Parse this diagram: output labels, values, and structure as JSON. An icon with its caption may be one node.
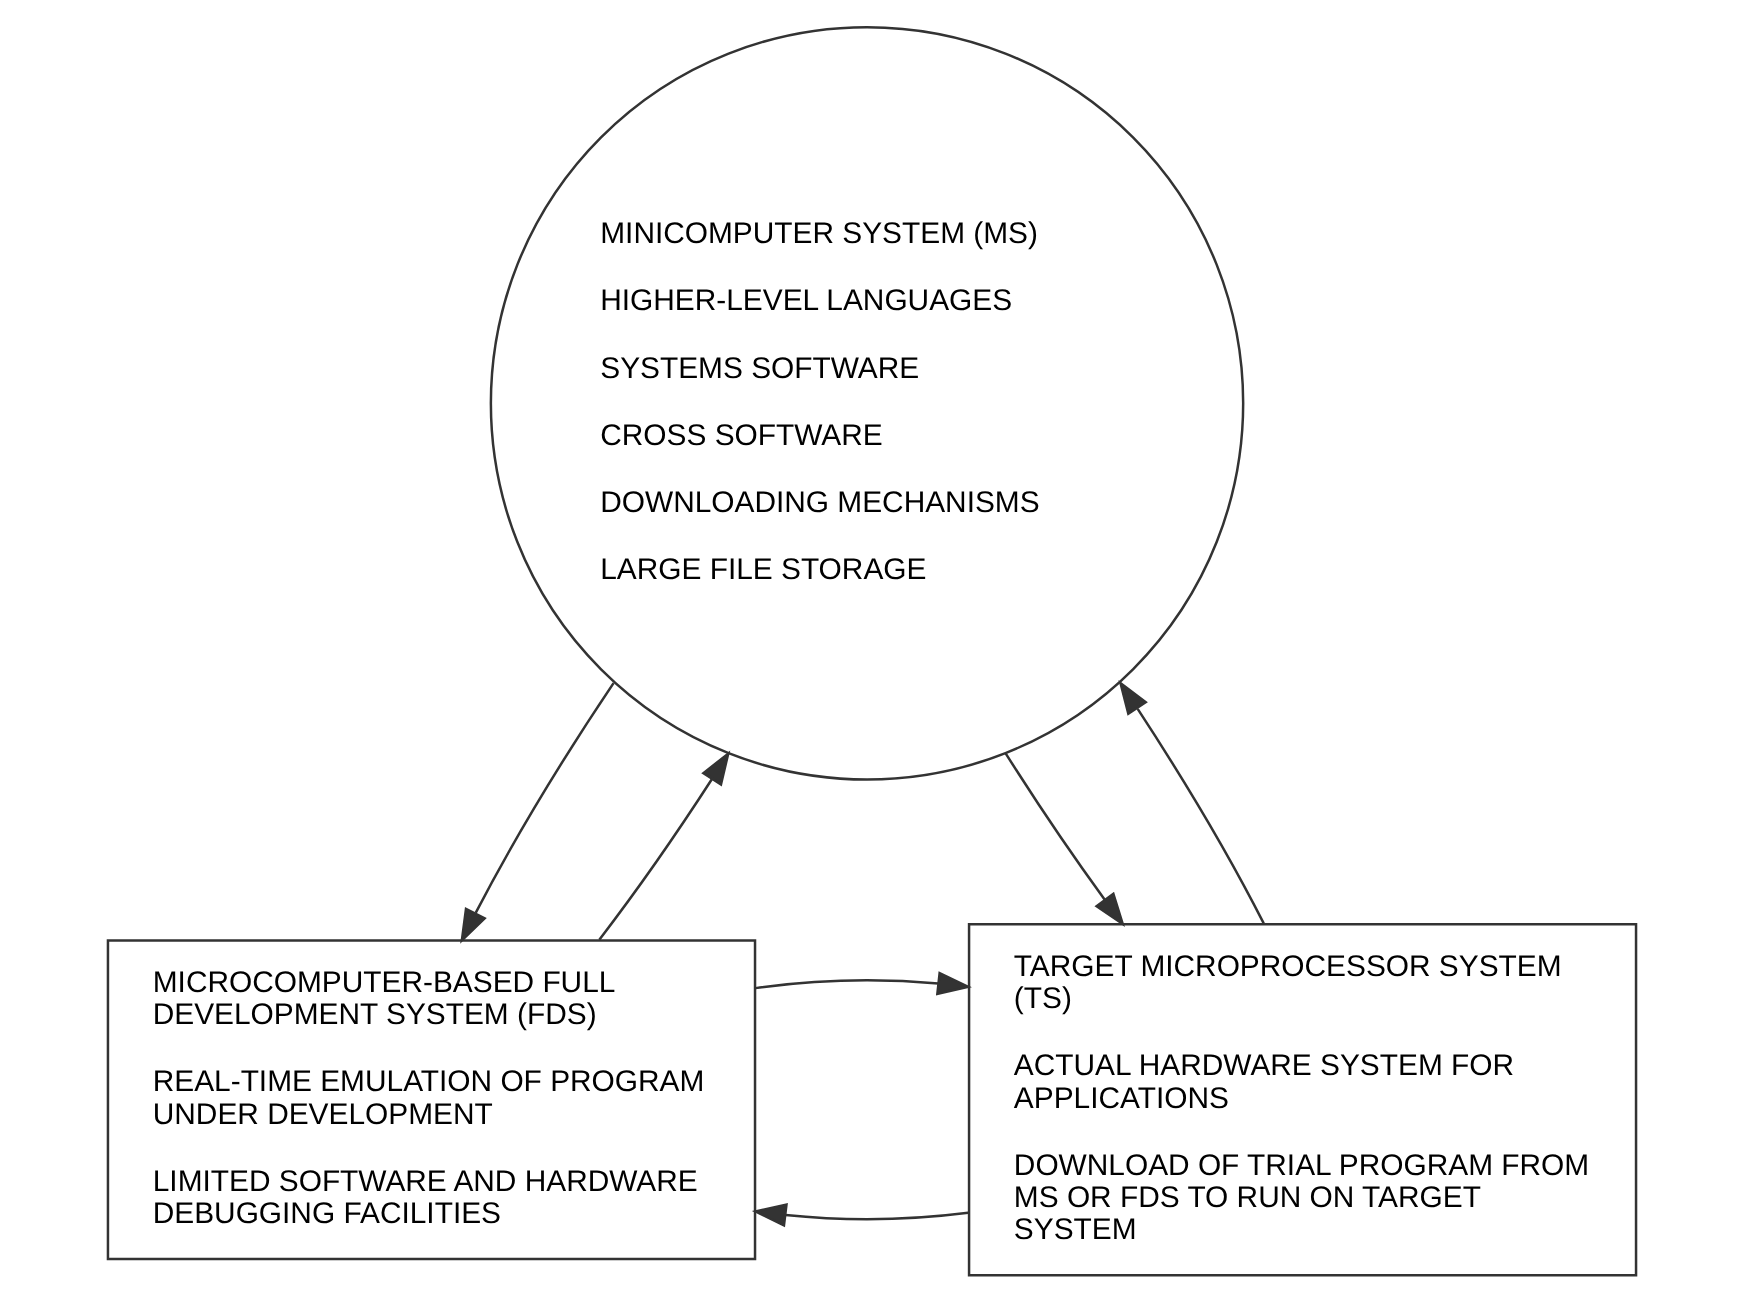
{
  "diagram": {
    "nodes": [
      {
        "text": [
          "MINICOMPUTER SYSTEM (MS)",
          "HIGHER-LEVEL LANGUAGES",
          "SYSTEMS SOFTWARE",
          "CROSS SOFTWARE",
          "DOWNLOADING MECHANISMS",
          "LARGE FILE STORAGE"
        ]
      },
      {
        "text": [
          "MICROCOMPUTER-BASED FULL DEVELOPMENT SYSTEM (FDS)",
          "REAL-TIME EMULATION OF PROGRAM UNDER DEVELOPMENT",
          "LIMITED SOFTWARE AND HARDWARE DEBUGGING FACILITIES"
        ]
      },
      {
        "text": [
          "TARGET MICROPROCESSOR SYSTEM (TS)",
          "ACTUAL HARDWARE SYSTEM FOR APPLICATIONS",
          "DOWNLOAD OF TRIAL PROGRAM FROM MS OR FDS TO RUN ON TARGET SYSTEM"
        ]
      }
    ],
    "edges": [
      {
        "from": 0,
        "to": 1,
        "arrow": "to"
      },
      {
        "from": 1,
        "to": 0,
        "arrow": "to"
      },
      {
        "from": 2,
        "to": 0,
        "arrow": "to"
      },
      {
        "from": 0,
        "to": 2,
        "arrow": "to"
      },
      {
        "from": 2,
        "to": 1,
        "arrow": "to"
      },
      {
        "from": 1,
        "to": 2,
        "arrow": "to"
      }
    ]
  }
}
